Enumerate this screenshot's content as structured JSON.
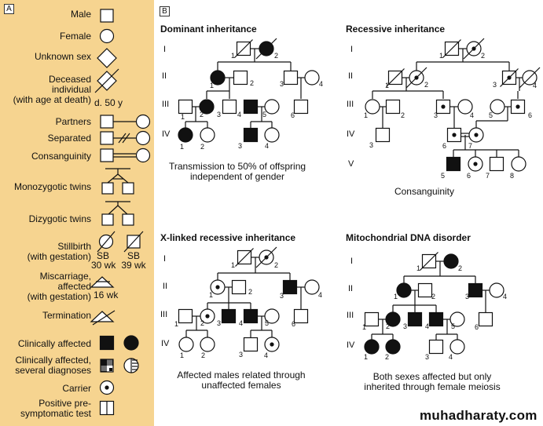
{
  "legend": {
    "tag": "A",
    "items": [
      {
        "key": "male",
        "label": "Male"
      },
      {
        "key": "female",
        "label": "Female"
      },
      {
        "key": "unknown",
        "label": "Unknown sex"
      },
      {
        "key": "deceased",
        "label": "Deceased\nindividual\n(with age at death)",
        "sub": "d. 50 y"
      },
      {
        "key": "partners",
        "label": "Partners"
      },
      {
        "key": "separated",
        "label": "Separated"
      },
      {
        "key": "consanguinity",
        "label": "Consanguinity"
      },
      {
        "key": "mz",
        "label": "Monozygotic twins"
      },
      {
        "key": "dz",
        "label": "Dizygotic twins"
      },
      {
        "key": "stillbirth",
        "label": "Stillbirth\n(with gestation)",
        "sub1": "SB\n30 wk",
        "sub2": "SB\n39 wk"
      },
      {
        "key": "miscarriage",
        "label": "Miscarriage,\naffected\n(with gestation)",
        "sub": "16 wk"
      },
      {
        "key": "termination",
        "label": "Termination"
      },
      {
        "key": "affected",
        "label": "Clinically affected"
      },
      {
        "key": "multi",
        "label": "Clinically affected,\nseveral diagnoses"
      },
      {
        "key": "carrier",
        "label": "Carrier"
      },
      {
        "key": "presym",
        "label": "Positive pre-\nsymptomatic test"
      }
    ]
  },
  "panel_b": {
    "tag": "B",
    "sections": [
      {
        "key": "dominant",
        "title": "Dominant inheritance",
        "caption": "Transmission to 50% of offspring\nindependent of gender"
      },
      {
        "key": "recessive",
        "title": "Recessive inheritance",
        "caption": "Consanguinity"
      },
      {
        "key": "xlinked",
        "title": "X-linked recessive inheritance",
        "caption": "Affected males related through\nunaffected females"
      },
      {
        "key": "mito",
        "title": "Mitochondrial DNA disorder",
        "caption": "Both sexes affected but only\ninherited through female meiosis"
      }
    ],
    "generations": [
      "I",
      "II",
      "III",
      "IV",
      "V"
    ],
    "numbers": [
      "1",
      "2",
      "3",
      "4",
      "5",
      "6",
      "7",
      "8"
    ]
  },
  "watermark": "muhadharaty.com"
}
